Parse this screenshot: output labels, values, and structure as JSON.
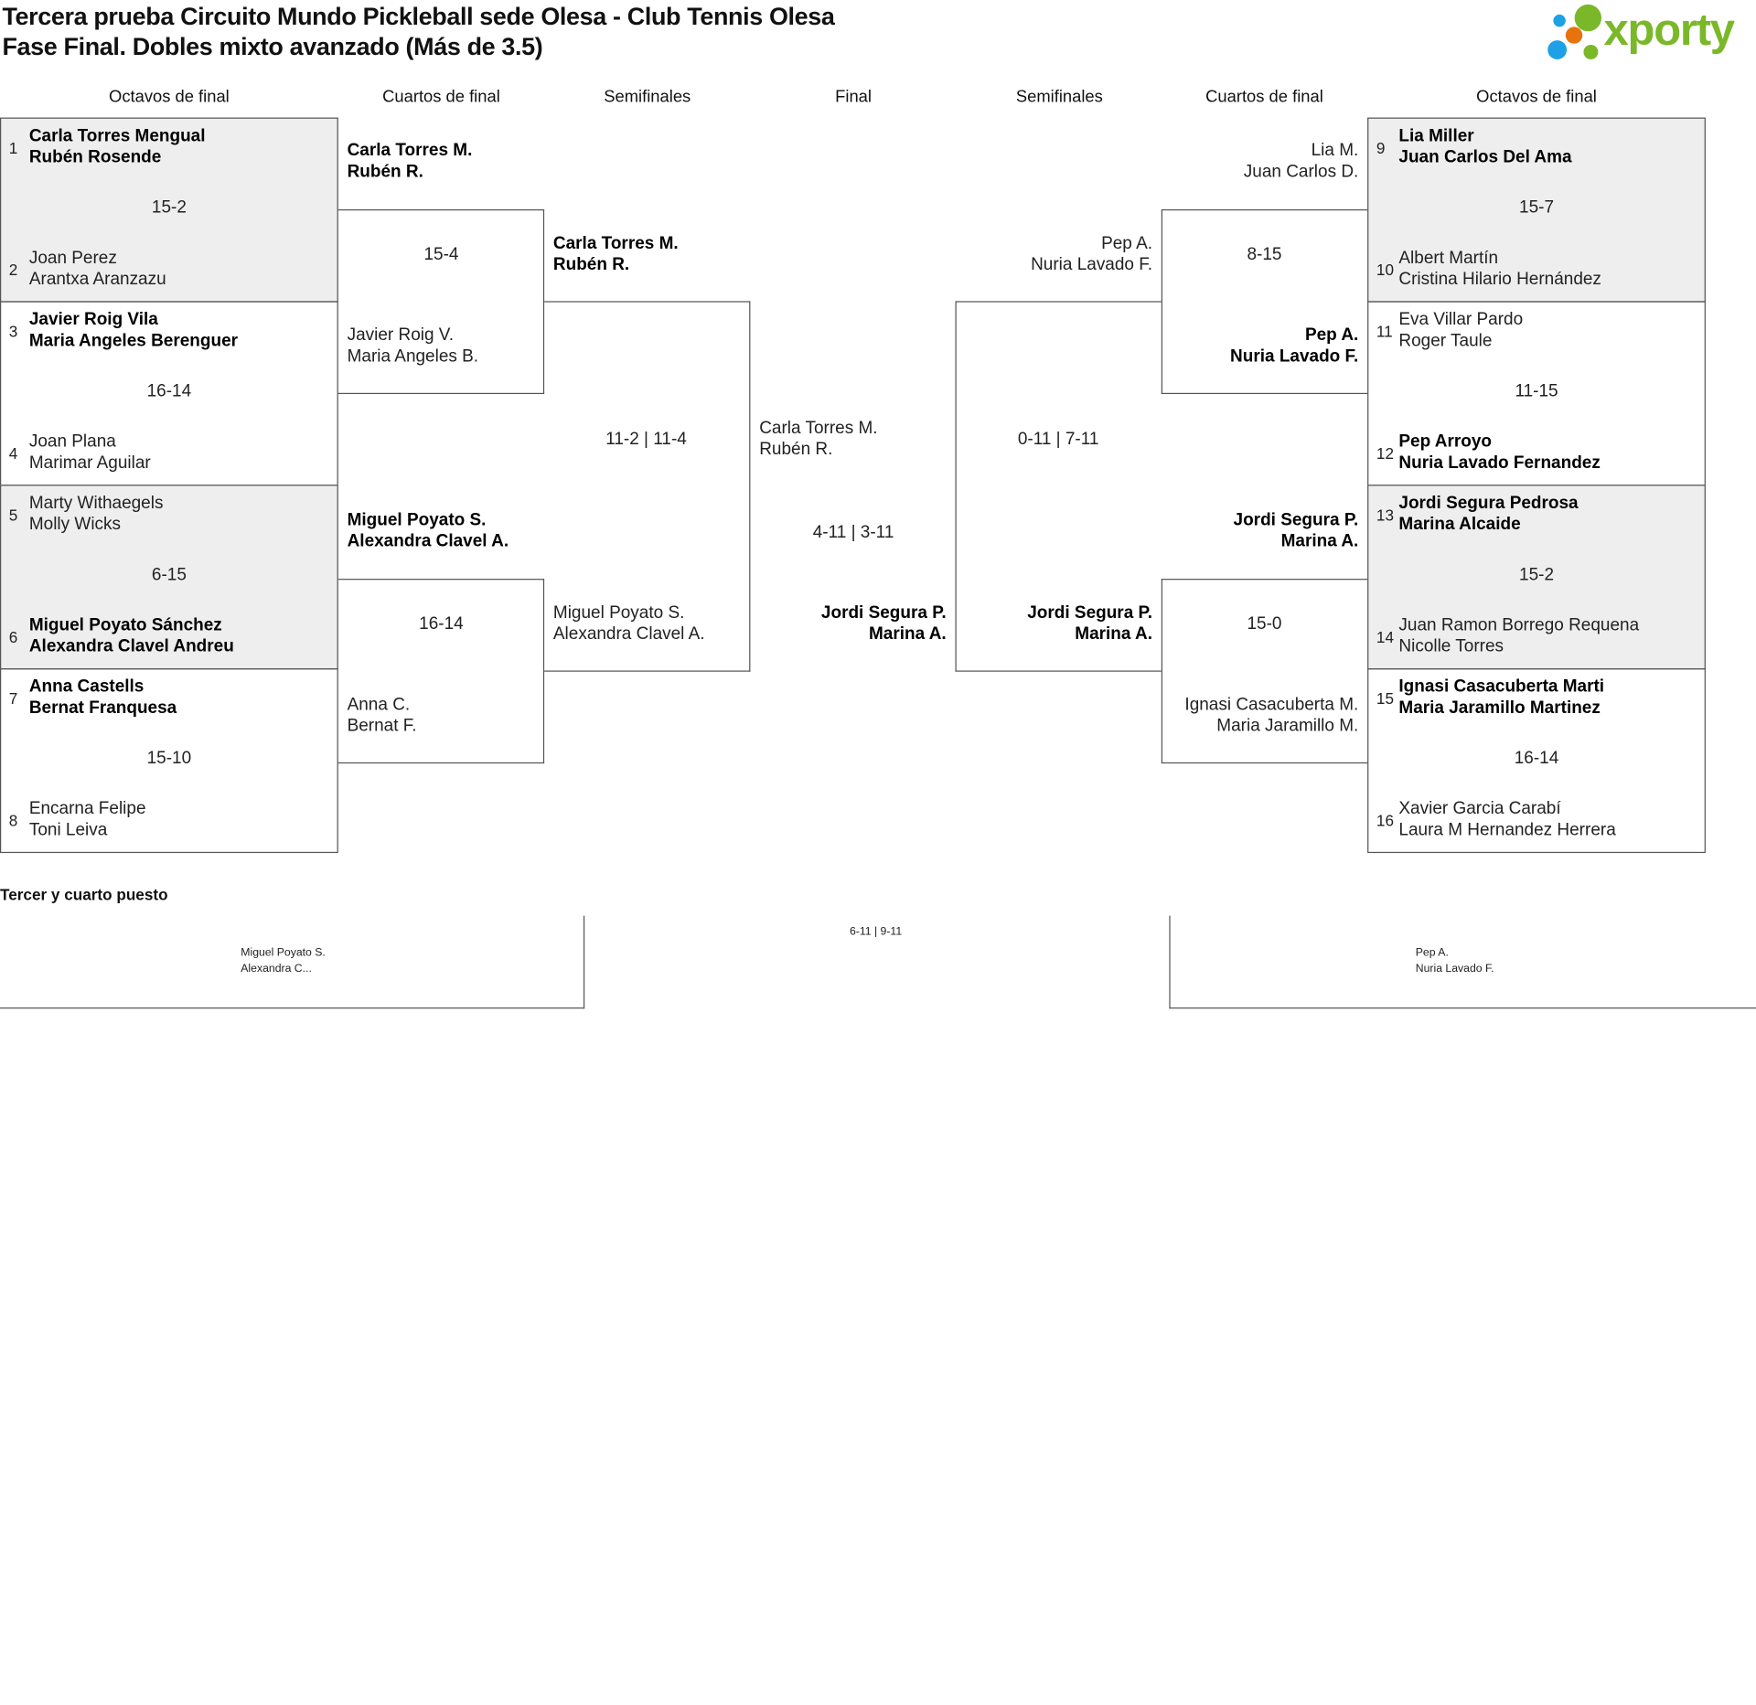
{
  "title": {
    "line1": "Tercera prueba Circuito Mundo Pickleball sede Olesa - Club Tennis Olesa",
    "line2": "Fase Final. Dobles mixto avanzado (Más de 3.5)"
  },
  "logo": {
    "text": "xporty"
  },
  "colors": {
    "logo_green": "#7ab829",
    "logo_blue": "#1ea0e6",
    "logo_orange": "#e8720c",
    "shaded_box": "#eeeeee",
    "border": "#555555"
  },
  "headers": {
    "left": [
      "Octavos de final",
      "Cuartos de final",
      "Semifinales",
      "Final"
    ],
    "right": [
      "Semifinales",
      "Cuartos de final",
      "Octavos de final"
    ]
  },
  "bracket": {
    "r16_left": [
      {
        "seed1": "1",
        "team1": [
          "Carla Torres Mengual",
          "Rubén Rosende"
        ],
        "seed2": "2",
        "team2": [
          "Joan Perez",
          "Arantxa Aranzazu"
        ],
        "score": "15-2",
        "winner": 1
      },
      {
        "seed1": "3",
        "team1": [
          "Javier Roig Vila",
          "Maria Angeles Berenguer"
        ],
        "seed2": "4",
        "team2": [
          "Joan Plana",
          "Marimar Aguilar"
        ],
        "score": "16-14",
        "winner": 1
      },
      {
        "seed1": "5",
        "team1": [
          "Marty Withaegels",
          "Molly Wicks"
        ],
        "seed2": "6",
        "team2": [
          "Miguel Poyato Sánchez",
          "Alexandra Clavel Andreu"
        ],
        "score": "6-15",
        "winner": 2
      },
      {
        "seed1": "7",
        "team1": [
          "Anna Castells",
          "Bernat Franquesa"
        ],
        "seed2": "8",
        "team2": [
          "Encarna Felipe",
          "Toni Leiva"
        ],
        "score": "15-10",
        "winner": 1
      }
    ],
    "r16_right": [
      {
        "seed1": "9",
        "team1": [
          "Lia Miller",
          "Juan Carlos Del Ama"
        ],
        "seed2": "10",
        "team2": [
          "Albert Martín",
          "Cristina Hilario Hernández"
        ],
        "score": "15-7",
        "winner": 1
      },
      {
        "seed1": "11",
        "team1": [
          "Eva Villar Pardo",
          "Roger Taule"
        ],
        "seed2": "12",
        "team2": [
          "Pep Arroyo",
          "Nuria Lavado Fernandez"
        ],
        "score": "11-15",
        "winner": 2
      },
      {
        "seed1": "13",
        "team1": [
          "Jordi Segura Pedrosa",
          "Marina Alcaide"
        ],
        "seed2": "14",
        "team2": [
          "Juan Ramon Borrego Requena",
          "Nicolle Torres"
        ],
        "score": "15-2",
        "winner": 1
      },
      {
        "seed1": "15",
        "team1": [
          "Ignasi Casacuberta Marti",
          "Maria Jaramillo Martinez"
        ],
        "seed2": "16",
        "team2": [
          "Xavier Garcia Carabí",
          "Laura M Hernandez Herrera"
        ],
        "score": "16-14",
        "winner": 1
      }
    ],
    "qf_left": [
      {
        "team1": [
          "Carla Torres M.",
          "Rubén R."
        ],
        "team2": [
          "Javier Roig V.",
          "Maria Angeles B."
        ],
        "score": "15-4",
        "winner": 1
      },
      {
        "team1": [
          "Miguel Poyato S.",
          "Alexandra Clavel A."
        ],
        "team2": [
          "Anna C.",
          "Bernat F."
        ],
        "score": "16-14",
        "winner": 1
      }
    ],
    "qf_right": [
      {
        "team1": [
          "Lia M.",
          "Juan Carlos D."
        ],
        "team2": [
          "Pep A.",
          "Nuria Lavado F."
        ],
        "score": "8-15",
        "winner": 2
      },
      {
        "team1": [
          "Jordi Segura P.",
          "Marina A."
        ],
        "team2": [
          "Ignasi Casacuberta M.",
          "Maria Jaramillo M."
        ],
        "score": "15-0",
        "winner": 1
      }
    ],
    "sf_left": {
      "team1": [
        "Carla Torres M.",
        "Rubén R."
      ],
      "team2": [
        "Miguel Poyato S.",
        "Alexandra Clavel A."
      ],
      "score": "11-2 | 11-4",
      "winner": 1
    },
    "sf_right": {
      "team1": [
        "Pep A.",
        "Nuria Lavado F."
      ],
      "team2": [
        "Jordi Segura P.",
        "Marina A."
      ],
      "score": "0-11 | 7-11",
      "winner": 2
    },
    "final": {
      "team1": [
        "Carla Torres M.",
        "Rubén R."
      ],
      "team2": [
        "Jordi Segura P.",
        "Marina A."
      ],
      "score": "4-11 | 3-11",
      "winner": 2
    }
  },
  "third_place": {
    "label": "Tercer y cuarto puesto",
    "team1": [
      "Miguel Poyato S.",
      "Alexandra C..."
    ],
    "team2": [
      "Pep A.",
      "Nuria Lavado F."
    ],
    "score": "6-11 | 9-11"
  }
}
